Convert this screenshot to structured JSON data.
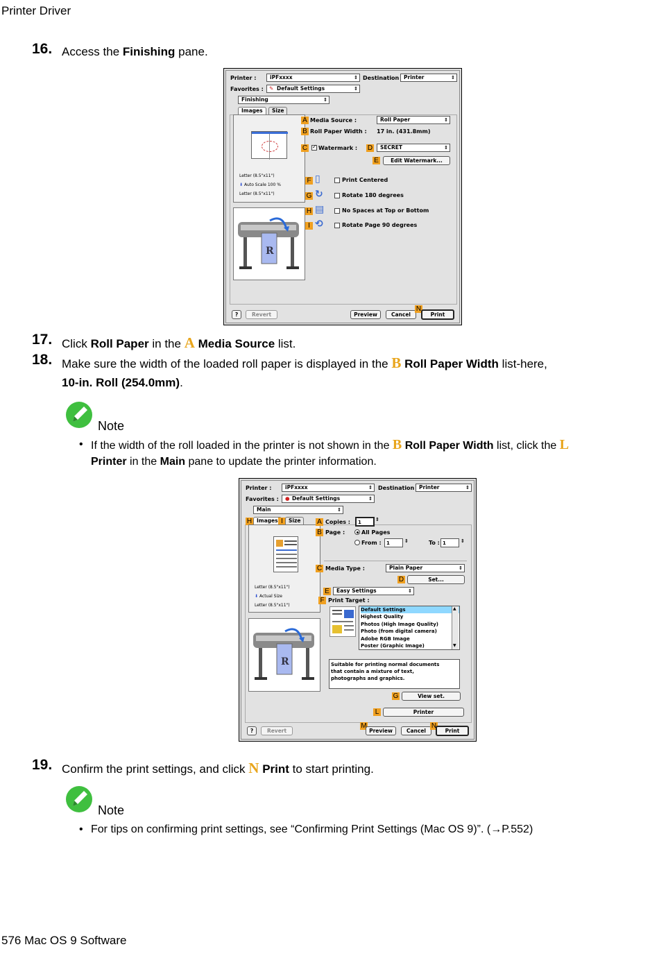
{
  "header": {
    "title": "Printer Driver"
  },
  "footer": {
    "text": "576  Mac OS 9 Software"
  },
  "step16": {
    "num": "16.",
    "pre": "Access the ",
    "bold": "Finishing",
    "post": " pane."
  },
  "step17": {
    "num": "17.",
    "pre": "Click ",
    "bold1": "Roll Paper",
    "mid": " in the ",
    "letter": "A",
    "bold2": "Media Source",
    "post": " list."
  },
  "step18": {
    "num": "18.",
    "pre": "Make sure the width of the loaded roll paper is displayed in the ",
    "letter": "B",
    "bold": "Roll Paper Width",
    "post": " list-here,",
    "line2_bold": "10-in.  Roll (254.0mm)",
    "line2_post": "."
  },
  "note1": {
    "label": "Note",
    "bullet": "•",
    "l1_pre": "If the width of the roll loaded in the printer is not shown in the ",
    "l1_letter1": "B",
    "l1_bold": "Roll Paper Width",
    "l1_mid": " list, click the ",
    "l1_letter2": "L",
    "l2_bold1": "Printer",
    "l2_mid": " in the ",
    "l2_bold2": "Main",
    "l2_post": " pane to update the printer information."
  },
  "step19": {
    "num": "19.",
    "pre": "Confirm the print settings, and click ",
    "letter": "N",
    "bold": "Print",
    "post": " to start printing."
  },
  "note2": {
    "label": "Note",
    "bullet": "•",
    "text": "For tips on confirming print settings, see “Confirming Print Settings (Mac OS 9)”. (→P.552)"
  },
  "dialog1": {
    "printer_label": "Printer :",
    "printer_value": "iPFxxxx",
    "destination_label": "Destination :",
    "destination_value": "Printer",
    "favorites_label": "Favorites :",
    "favorites_value": "Default Settings",
    "pane_value": "Finishing",
    "tab_images": "Images",
    "tab_size": "Size",
    "preview_l1": "Letter (8.5\"x11\")",
    "preview_l2": "Auto Scale 100 %",
    "preview_l3": "Letter (8.5\"x11\")",
    "media_source_label": "Media Source :",
    "media_source_value": "Roll Paper",
    "roll_width_label": "Roll Paper Width :",
    "roll_width_value": "17 in. (431.8mm)",
    "watermark_label": "Watermark :",
    "watermark_value": "SECRET",
    "edit_watermark": "Edit Watermark...",
    "print_centered": "Print Centered",
    "rotate180": "Rotate 180 degrees",
    "no_spaces": "No Spaces at Top or Bottom",
    "rotate90": "Rotate Page 90 degrees",
    "revert": "Revert",
    "preview": "Preview",
    "cancel": "Cancel",
    "print": "Print",
    "help": "?",
    "tags": {
      "A": "A",
      "B": "B",
      "C": "C",
      "D": "D",
      "E": "E",
      "F": "F",
      "G": "G",
      "H": "H",
      "I": "I",
      "N": "N"
    }
  },
  "dialog2": {
    "printer_label": "Printer :",
    "printer_value": "iPFxxxx",
    "destination_label": "Destination :",
    "destination_value": "Printer",
    "favorites_label": "Favorites :",
    "favorites_value": "Default Settings",
    "pane_value": "Main",
    "tab_images": "Images",
    "tab_size": "Size",
    "copies_label": "Copies :",
    "copies_value": "1",
    "page_label": "Page :",
    "all_pages": "All Pages",
    "from_label": "From :",
    "from_value": "1",
    "to_label": "To :",
    "to_value": "1",
    "preview_l1": "Letter (8.5\"x11\")",
    "preview_l2": "Actual Size",
    "preview_l3": "Letter (8.5\"x11\")",
    "media_type_label": "Media Type :",
    "media_type_value": "Plain Paper",
    "set_button": "Set...",
    "easy_settings": "Easy Settings",
    "print_target_label": "Print Target :",
    "targets": [
      "Default Settings",
      "Highest Quality",
      "Photos (High Image Quality)",
      "Photo (from digital camera)",
      "Adobe RGB Image",
      "Poster (Graphic Image)"
    ],
    "description": [
      "Suitable for printing normal documents",
      "that contain a mixture of text,",
      "photographs and graphics."
    ],
    "view_set": "View set.",
    "printer_button": "Printer",
    "revert": "Revert",
    "preview": "Preview",
    "cancel": "Cancel",
    "print": "Print",
    "help": "?",
    "tags": {
      "A": "A",
      "B": "B",
      "C": "C",
      "D": "D",
      "E": "E",
      "F": "F",
      "G": "G",
      "H": "H",
      "I": "I",
      "L": "L",
      "M": "M",
      "N": "N"
    }
  }
}
